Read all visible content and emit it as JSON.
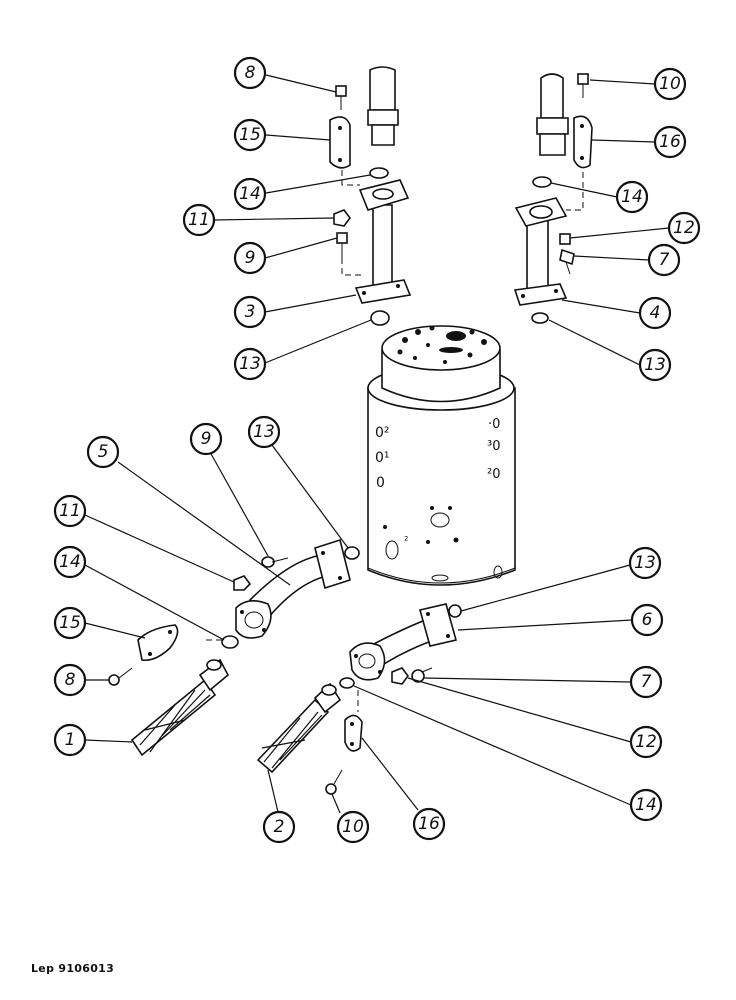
{
  "drawing": {
    "reference_code": "Lep 9106013"
  },
  "callouts": [
    {
      "id": "c8-top",
      "label": "8"
    },
    {
      "id": "c15-top",
      "label": "15"
    },
    {
      "id": "c14-topleft",
      "label": "14"
    },
    {
      "id": "c11-top",
      "label": "11"
    },
    {
      "id": "c9-top",
      "label": "9"
    },
    {
      "id": "c3",
      "label": "3"
    },
    {
      "id": "c13-topleft",
      "label": "13"
    },
    {
      "id": "c10-top",
      "label": "10"
    },
    {
      "id": "c16-top",
      "label": "16"
    },
    {
      "id": "c14-topright",
      "label": "14"
    },
    {
      "id": "c12-top",
      "label": "12"
    },
    {
      "id": "c7-top",
      "label": "7"
    },
    {
      "id": "c4",
      "label": "4"
    },
    {
      "id": "c13-topright",
      "label": "13"
    },
    {
      "id": "c5",
      "label": "5"
    },
    {
      "id": "c9-mid",
      "label": "9"
    },
    {
      "id": "c13-mid",
      "label": "13"
    },
    {
      "id": "c11-mid",
      "label": "11"
    },
    {
      "id": "c14-mid",
      "label": "14"
    },
    {
      "id": "c15-mid",
      "label": "15"
    },
    {
      "id": "c8-mid",
      "label": "8"
    },
    {
      "id": "c1",
      "label": "1"
    },
    {
      "id": "c13-right",
      "label": "13"
    },
    {
      "id": "c6",
      "label": "6"
    },
    {
      "id": "c7-right",
      "label": "7"
    },
    {
      "id": "c12-right",
      "label": "12"
    },
    {
      "id": "c14-right",
      "label": "14"
    },
    {
      "id": "c2",
      "label": "2"
    },
    {
      "id": "c10-bottom",
      "label": "10"
    },
    {
      "id": "c16-bottom",
      "label": "16"
    }
  ],
  "body_port_marks": {
    "left_upper": "0²",
    "left_mid": "0¹",
    "left_low": "0",
    "right_upper": "·0",
    "right_mid": "³0",
    "right_low": "²0",
    "face_small": "²"
  }
}
